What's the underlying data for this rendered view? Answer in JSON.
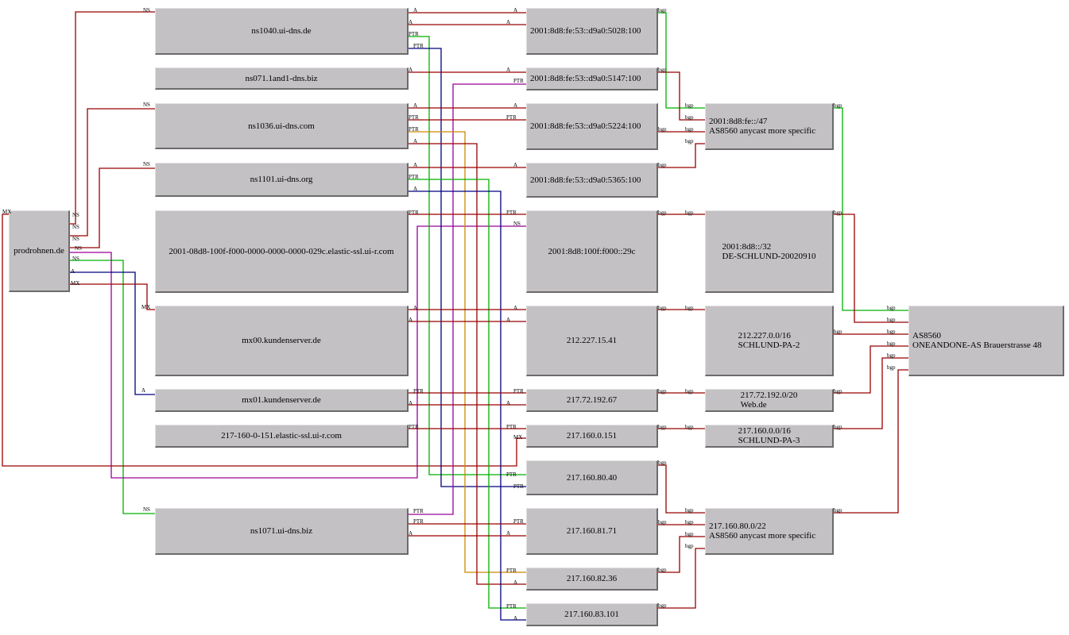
{
  "nodes": [
    {
      "id": "prodrohnen",
      "label": "prodrohnen.de"
    },
    {
      "id": "ns1040",
      "label": "ns1040.ui-dns.de"
    },
    {
      "id": "ns071",
      "label": "ns071.1and1-dns.biz"
    },
    {
      "id": "ns1036",
      "label": "ns1036.ui-dns.com"
    },
    {
      "id": "ns1101",
      "label": "ns1101.ui-dns.org"
    },
    {
      "id": "v6host",
      "label": "2001-08d8-100f-f000-0000-0000-0000-029c.elastic-ssl.ui-r.com"
    },
    {
      "id": "mx00",
      "label": "mx00.kundenserver.de"
    },
    {
      "id": "mx01",
      "label": "mx01.kundenserver.de"
    },
    {
      "id": "v4host",
      "label": "217-160-0-151.elastic-ssl.ui-r.com"
    },
    {
      "id": "ns1071",
      "label": "ns1071.ui-dns.biz"
    },
    {
      "id": "ip5028",
      "label": "2001:8d8:fe:53::d9a0:5028:100"
    },
    {
      "id": "ip5147",
      "label": "2001:8d8:fe:53::d9a0:5147:100"
    },
    {
      "id": "ip5224",
      "label": "2001:8d8:fe:53::d9a0:5224:100"
    },
    {
      "id": "ip5365",
      "label": "2001:8d8:fe:53::d9a0:5365:100"
    },
    {
      "id": "ip29c",
      "label": "2001:8d8:100f:f000::29c"
    },
    {
      "id": "ip15_41",
      "label": "212.227.15.41"
    },
    {
      "id": "ip192_67",
      "label": "217.72.192.67"
    },
    {
      "id": "ip0_151",
      "label": "217.160.0.151"
    },
    {
      "id": "ip80_40",
      "label": "217.160.80.40"
    },
    {
      "id": "ip81_71",
      "label": "217.160.81.71"
    },
    {
      "id": "ip82_36",
      "label": "217.160.82.36"
    },
    {
      "id": "ip83_101",
      "label": "217.160.83.101"
    },
    {
      "id": "pfx_fe47",
      "label": "2001:8d8:fe::/47\nAS8560 anycast more specific"
    },
    {
      "id": "pfx_32",
      "label": "2001:8d8::/32\nDE-SCHLUND-20020910"
    },
    {
      "id": "pfx_212",
      "label": "212.227.0.0/16\nSCHLUND-PA-2"
    },
    {
      "id": "pfx_web",
      "label": "217.72.192.0/20\nWeb.de"
    },
    {
      "id": "pfx_pa3",
      "label": "217.160.0.0/16\nSCHLUND-PA-3"
    },
    {
      "id": "pfx_80_22",
      "label": "217.160.80.0/22\nAS8560 anycast more specific"
    },
    {
      "id": "as8560",
      "label": "AS8560\nONEANDONE-AS Brauerstrasse 48"
    }
  ],
  "edges": [
    {
      "type": "NS"
    },
    {
      "type": "NS"
    },
    {
      "type": "NS"
    },
    {
      "type": "NS"
    },
    {
      "type": "NS"
    },
    {
      "type": "A"
    },
    {
      "type": "MX"
    },
    {
      "type": "MX"
    },
    {
      "type": "A"
    },
    {
      "type": "A"
    },
    {
      "type": "PTR"
    },
    {
      "type": "PTR"
    },
    {
      "type": "A"
    },
    {
      "type": "PTR"
    },
    {
      "type": "A"
    },
    {
      "type": "PTR"
    },
    {
      "type": "PTR"
    },
    {
      "type": "A"
    },
    {
      "type": "A"
    },
    {
      "type": "PTR"
    },
    {
      "type": "A"
    },
    {
      "type": "PTR"
    },
    {
      "type": "A"
    },
    {
      "type": "A"
    },
    {
      "type": "PTR"
    },
    {
      "type": "A"
    },
    {
      "type": "PTR"
    },
    {
      "type": "PTR"
    },
    {
      "type": "A"
    },
    {
      "type": "PTR"
    },
    {
      "type": "bgp"
    },
    {
      "type": "bgp"
    },
    {
      "type": "bgp"
    },
    {
      "type": "bgp"
    },
    {
      "type": "bgp"
    },
    {
      "type": "bgp"
    },
    {
      "type": "bgp"
    },
    {
      "type": "bgp"
    },
    {
      "type": "bgp"
    },
    {
      "type": "bgp"
    },
    {
      "type": "bgp"
    },
    {
      "type": "bgp"
    },
    {
      "type": "bgp"
    },
    {
      "type": "bgp"
    },
    {
      "type": "bgp"
    },
    {
      "type": "bgp"
    },
    {
      "type": "bgp"
    },
    {
      "type": "bgp"
    },
    {
      "type": "bgp"
    }
  ],
  "colors": {
    "node_fill": "#c4c1c4",
    "red": "#990000",
    "green": "#00b000",
    "navy": "#000080",
    "purple": "#990099",
    "orange": "#cc8800"
  }
}
